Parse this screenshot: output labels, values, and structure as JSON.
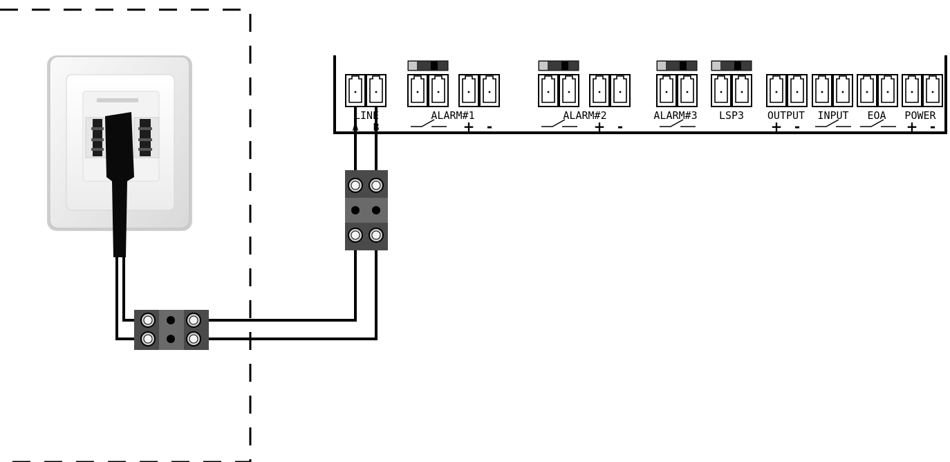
{
  "terminal_labels": {
    "line": "LINE",
    "line_a": "A",
    "line_b": "B",
    "alarm1": "ALARM#1",
    "alarm2": "ALARM#2",
    "alarm3": "ALARM#3",
    "lsp3": "LSP3",
    "output": "OUTPUT",
    "input": "INPUT",
    "eoa": "EOA",
    "power": "POWER"
  },
  "polarity": {
    "plus": "+",
    "minus": "-"
  },
  "icons": {
    "wall_socket": "telephone-wall-socket",
    "plug": "telephone-plug",
    "terminal_block": "screw-terminal-block",
    "dip_switch": "dip-switch",
    "relay_contact": "relay-contact-symbol"
  },
  "colors": {
    "wire": "#000000",
    "terminal_block_body": "#4a4a4a",
    "terminal_block_mid": "#696969",
    "socket_plate": "#f2f2f2",
    "dip_dark": "#222222",
    "dip_light": "#c8c8c8"
  }
}
